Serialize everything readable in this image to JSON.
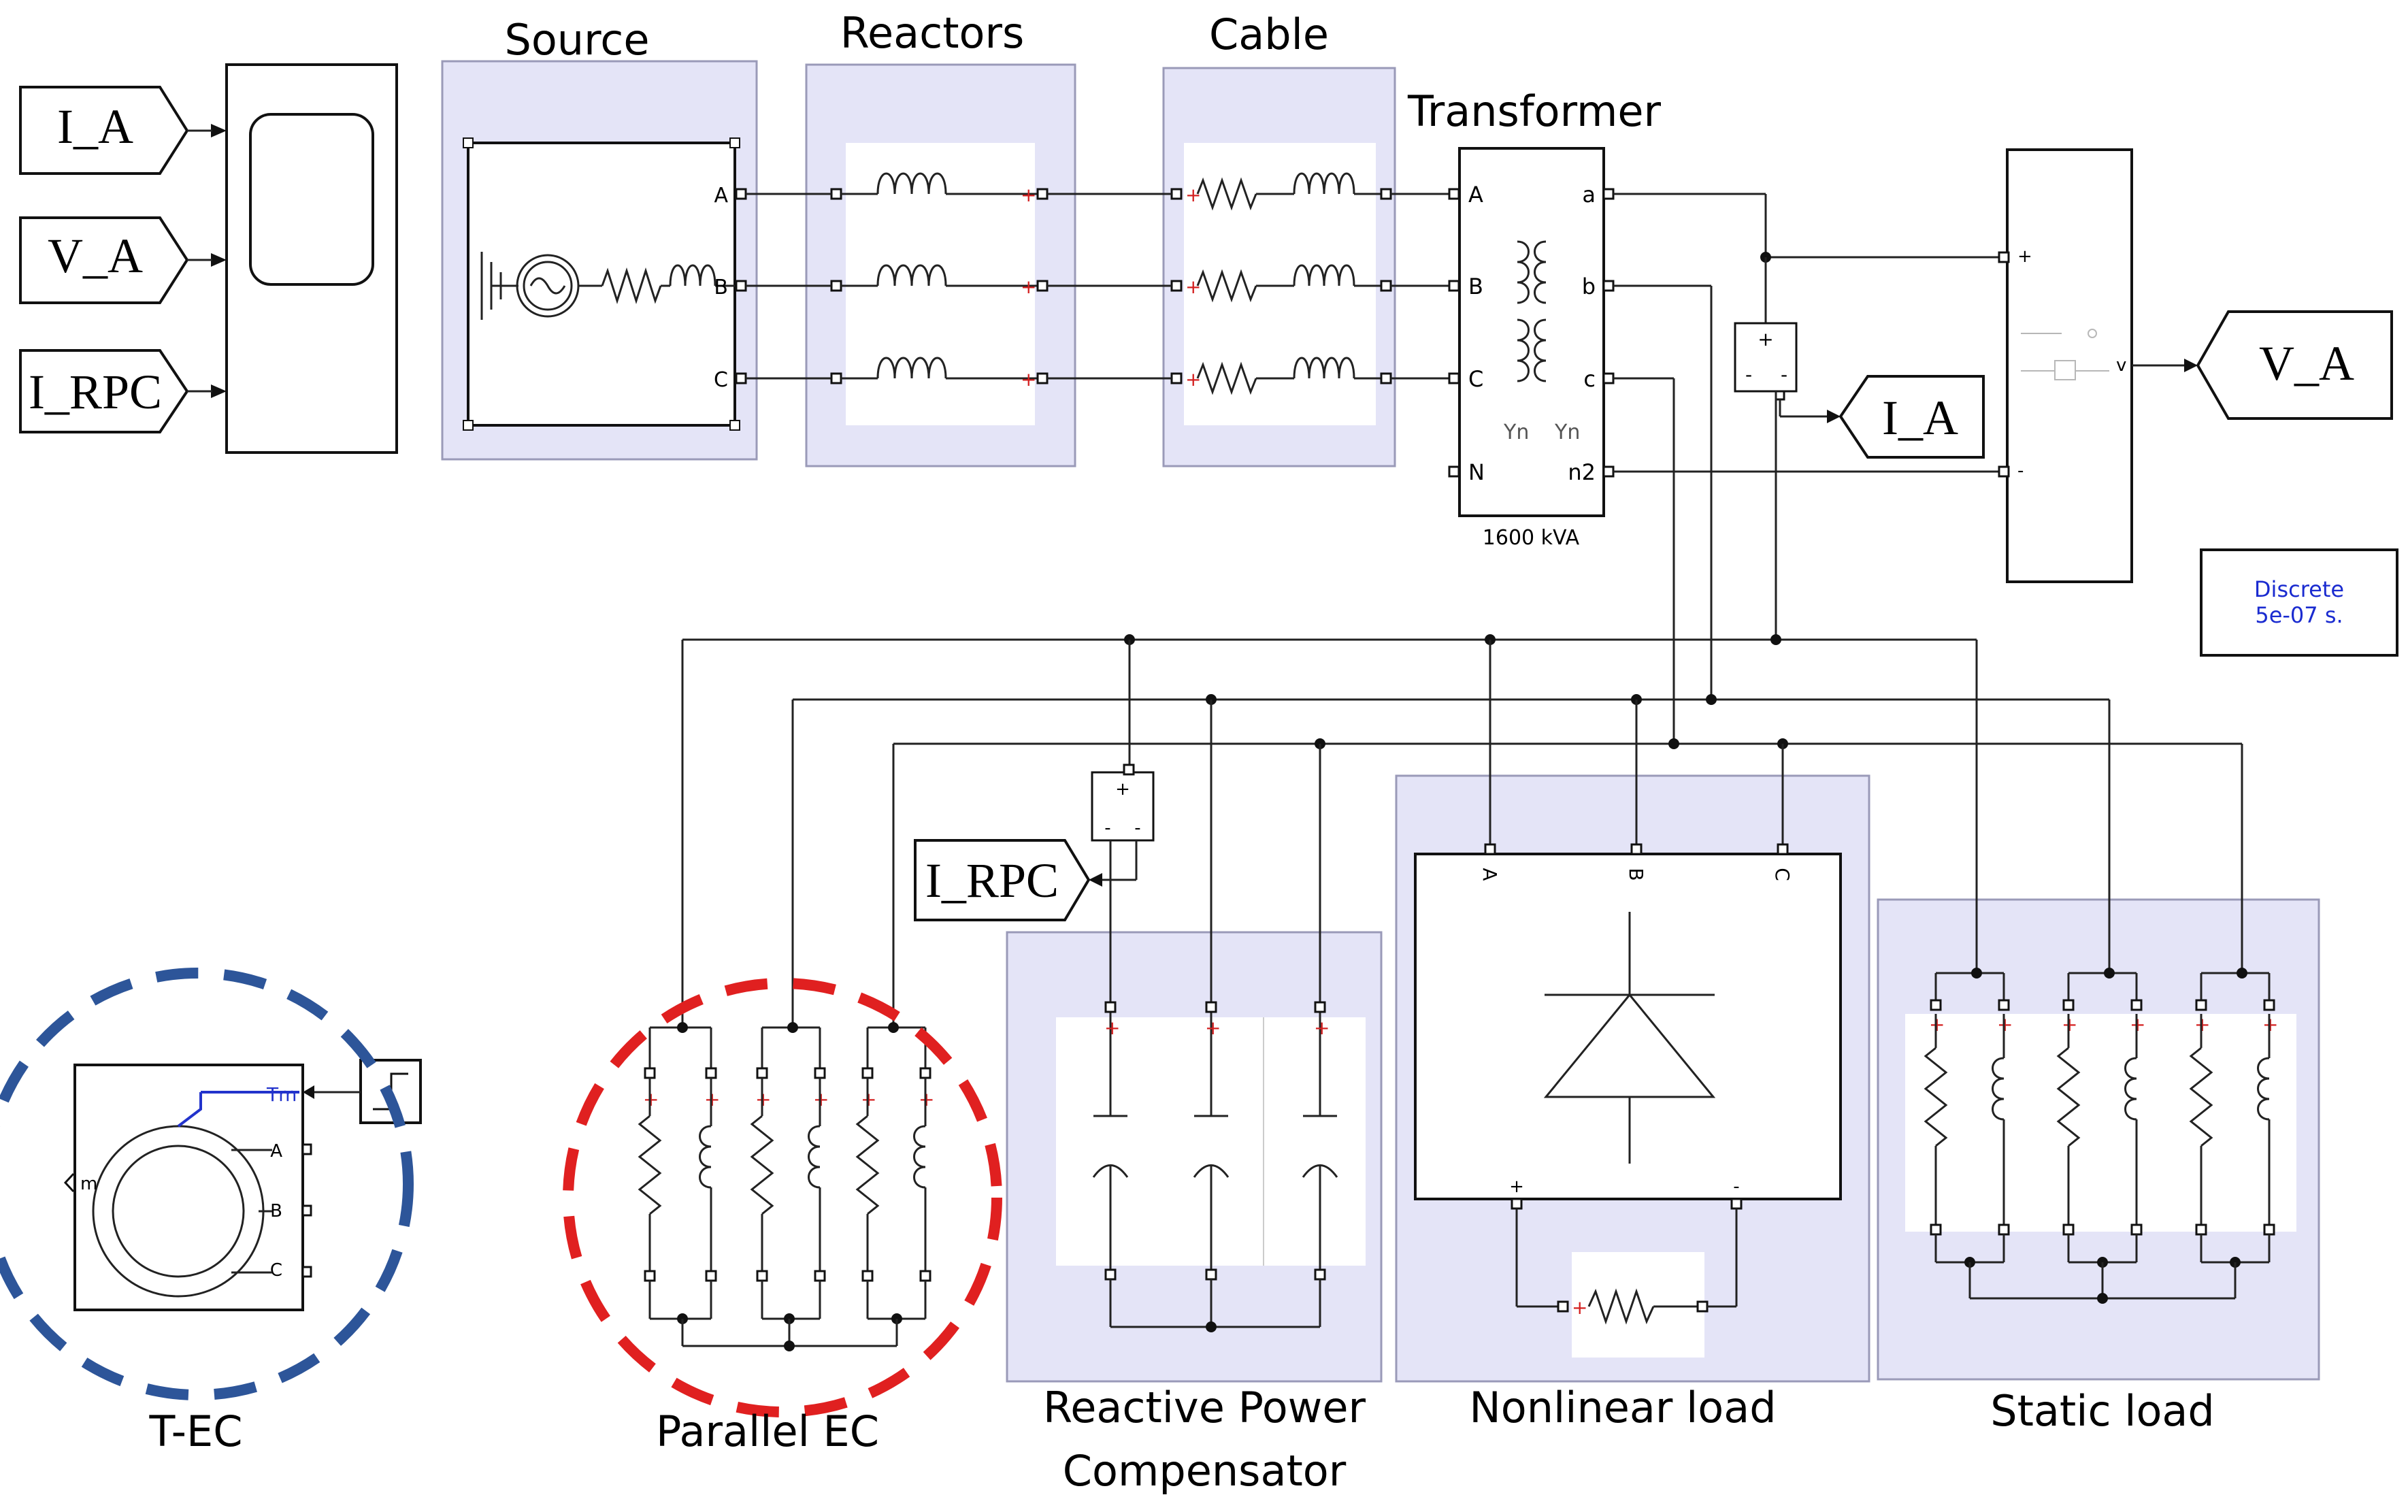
{
  "diagram": {
    "section_labels": {
      "source": "Source",
      "reactors": "Reactors",
      "cable": "Cable",
      "transformer": "Transformer",
      "t_ec": "T-EC",
      "parallel_ec": "Parallel EC",
      "rpc_line1": "Reactive Power",
      "rpc_line2": "Compensator",
      "nonlinear_load": "Nonlinear load",
      "static_load": "Static load"
    },
    "goto_tags": {
      "scope_in_1": "I_A",
      "scope_in_2": "V_A",
      "scope_in_3": "I_RPC",
      "meter_current": "I_A",
      "meter_voltage": "V_A",
      "rpc_current": "I_RPC"
    },
    "ports": {
      "A": "A",
      "B": "B",
      "C": "C",
      "N": "N",
      "a": "a",
      "b": "b",
      "c": "c",
      "n2": "n2",
      "plus": "+",
      "minus": "-",
      "v": "v",
      "Tm": "Tm",
      "m": "m"
    },
    "transformer": {
      "rating": "1600 kVA",
      "winding_1": "Yn",
      "winding_2": "Yn"
    },
    "powergui": {
      "line1": "Discrete",
      "line2": "5e-07 s."
    }
  },
  "colors": {
    "shade": "#e4e4f7",
    "t_ec_circle": "#2d5599",
    "parallel_ec_circle": "#e02020",
    "powergui_text": "#1a2bd0",
    "tm_signal": "#2233cc"
  }
}
